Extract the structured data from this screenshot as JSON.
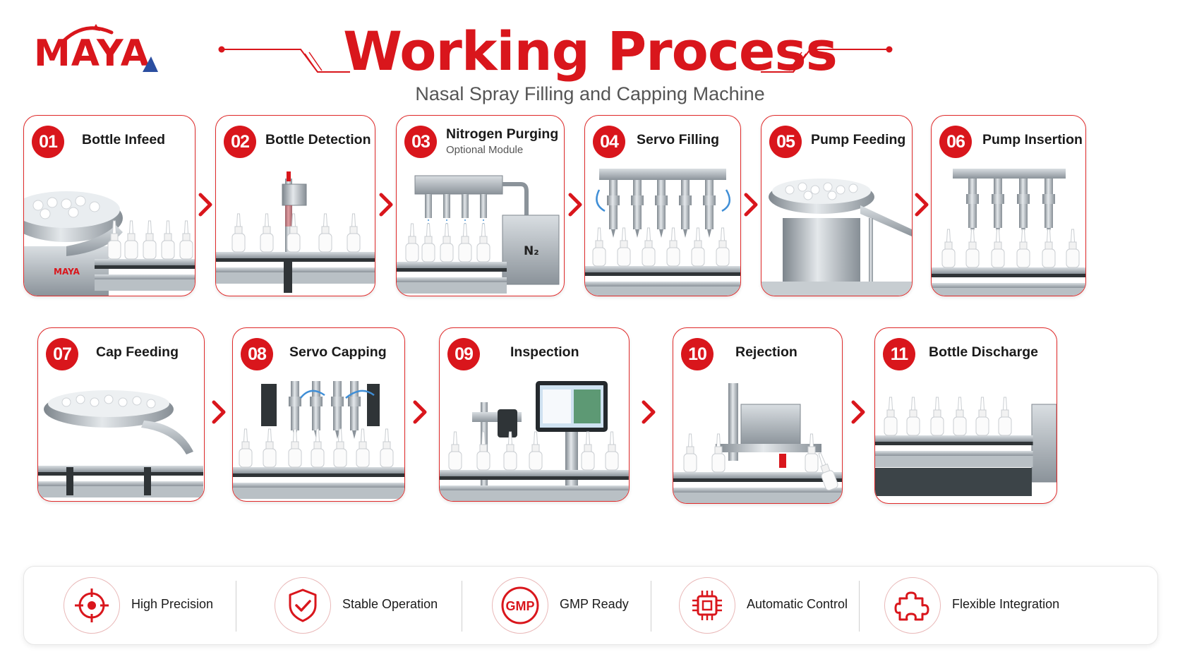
{
  "brand": {
    "logo_text": "MAYA"
  },
  "header": {
    "title": "Working Process",
    "subtitle": "Nasal Spray Filling and Capping Machine"
  },
  "colors": {
    "accent": "#d9161c",
    "steel": "#9aa3ab",
    "dark": "#3a3f44"
  },
  "steps": [
    {
      "num": "01",
      "title": "Bottle Infeed",
      "illustration": "bottle-feeder-bowl"
    },
    {
      "num": "02",
      "title": "Bottle Detection",
      "illustration": "laser-sensor"
    },
    {
      "num": "03",
      "title": "Nitrogen Purging",
      "subtitle": "Optional Module",
      "illustration": "nitrogen-manifold",
      "n2_label": "N₂"
    },
    {
      "num": "04",
      "title": "Servo Filling",
      "illustration": "filling-nozzles"
    },
    {
      "num": "05",
      "title": "Pump Feeding",
      "illustration": "pump-vibratory-bowl"
    },
    {
      "num": "06",
      "title": "Pump Insertion",
      "illustration": "pump-insertion-heads"
    },
    {
      "num": "07",
      "title": "Cap Feeding",
      "illustration": "cap-vibratory-bowl"
    },
    {
      "num": "08",
      "title": "Servo Capping",
      "illustration": "capping-heads"
    },
    {
      "num": "09",
      "title": "Inspection",
      "illustration": "camera-and-monitor"
    },
    {
      "num": "10",
      "title": "Rejection",
      "illustration": "rejection-pusher"
    },
    {
      "num": "11",
      "title": "Bottle Discharge",
      "illustration": "discharge-conveyor"
    }
  ],
  "features": [
    {
      "label": "High Precision",
      "icon": "crosshair-icon"
    },
    {
      "label": "Stable Operation",
      "icon": "shield-check-icon"
    },
    {
      "label": "GMP Ready",
      "icon": "gmp-badge-icon",
      "icon_text": "GMP"
    },
    {
      "label": "Automatic Control",
      "icon": "chip-icon"
    },
    {
      "label": "Flexible Integration",
      "icon": "puzzle-icon"
    }
  ]
}
